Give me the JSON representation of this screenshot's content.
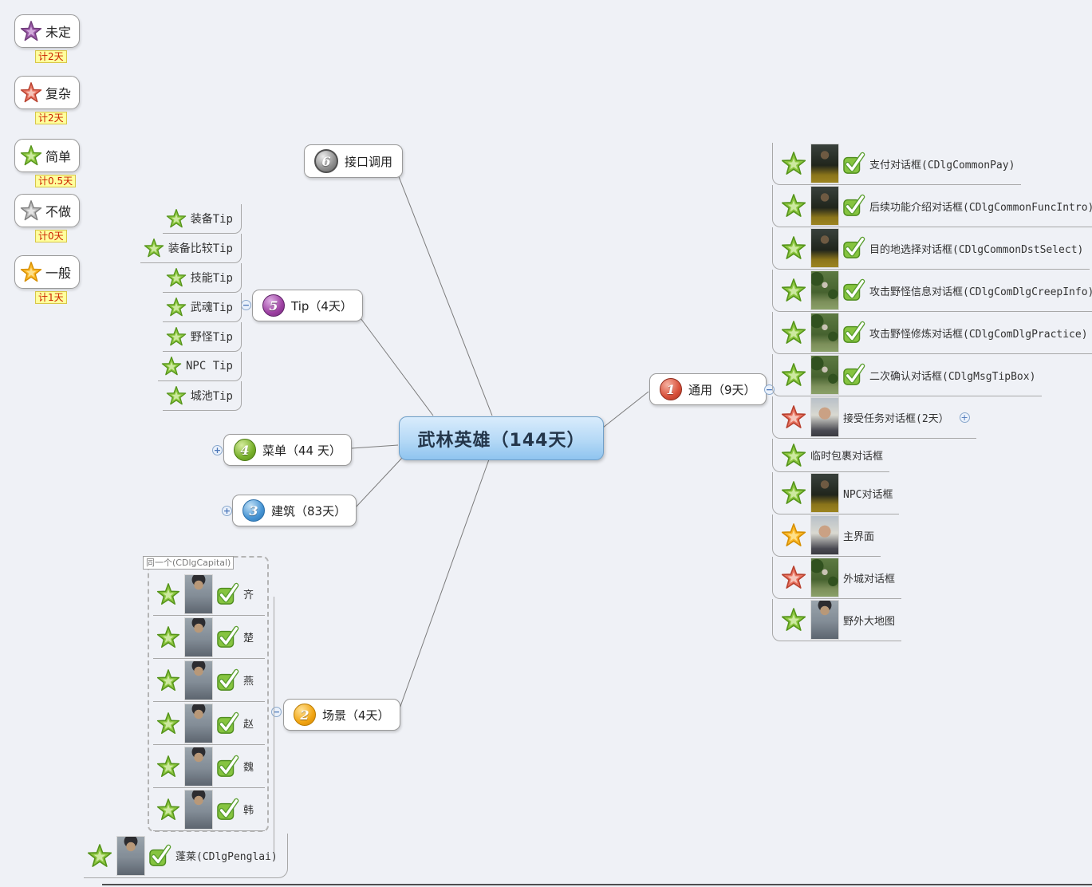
{
  "colors": {
    "canvas_bg": "#eff1f6",
    "root_fill": "#9fcdf1",
    "root_border": "#6f9fc8",
    "legend_tag_bg": "#ffff9c",
    "legend_tag_text": "#cc2200"
  },
  "legend": {
    "items": [
      {
        "label": "未定",
        "days": "计2天",
        "star": "purple"
      },
      {
        "label": "复杂",
        "days": "计2天",
        "star": "red"
      },
      {
        "label": "简单",
        "days": "计0.5天",
        "star": "green"
      },
      {
        "label": "不做",
        "days": "计0天",
        "star": "gray"
      },
      {
        "label": "一般",
        "days": "计1天",
        "star": "yellow"
      }
    ]
  },
  "root": {
    "label": "武林英雄（144天）"
  },
  "branches": {
    "interface": {
      "num": "6",
      "label": "接口调用"
    },
    "tip": {
      "num": "5",
      "label": "Tip（4天）",
      "collapse": "minus",
      "items": [
        {
          "label": "装备Tip",
          "star": "green"
        },
        {
          "label": "装备比较Tip",
          "star": "green"
        },
        {
          "label": "技能Tip",
          "star": "green"
        },
        {
          "label": "武魂Tip",
          "star": "green"
        },
        {
          "label": "野怪Tip",
          "star": "green"
        },
        {
          "label": "NPC Tip",
          "star": "green"
        },
        {
          "label": "城池Tip",
          "star": "green"
        }
      ]
    },
    "menu": {
      "num": "4",
      "label": "菜单（44 天）",
      "collapse": "plus"
    },
    "building": {
      "num": "3",
      "label": "建筑（83天）",
      "collapse": "plus"
    },
    "common": {
      "num": "1",
      "label": "通用（9天）",
      "collapse": "minus",
      "items": [
        {
          "label": "支付对话框(CDlgCommonPay)",
          "star": "green",
          "photo": "dark",
          "check": true
        },
        {
          "label": "后续功能介绍对话框(CDlgCommonFuncIntro)",
          "star": "green",
          "photo": "dark",
          "check": true
        },
        {
          "label": "目的地选择对话框(CDlgCommonDstSelect)",
          "star": "green",
          "photo": "dark",
          "check": true
        },
        {
          "label": "攻击野怪信息对话框(CDlgComDlgCreepInfo)",
          "star": "green",
          "photo": "outdoor",
          "check": true
        },
        {
          "label": "攻击野怪修炼对话框(CDlgComDlgPractice)",
          "star": "green",
          "photo": "outdoor",
          "check": true
        },
        {
          "label": "二次确认对话框(CDlgMsgTipBox)",
          "star": "green",
          "photo": "outdoor",
          "check": true
        },
        {
          "label": "接受任务对话框(2天）",
          "star": "red",
          "photo": "bright",
          "check": false,
          "expand": "plus"
        },
        {
          "label": "临时包裹对话框",
          "star": "green",
          "check": false
        },
        {
          "label": "NPC对话框",
          "star": "green",
          "photo": "dark",
          "check": false
        },
        {
          "label": "主界面",
          "star": "yellow",
          "photo": "bright",
          "check": false
        },
        {
          "label": "外城对话框",
          "star": "red",
          "photo": "outdoor",
          "check": false
        },
        {
          "label": "野外大地图",
          "star": "green",
          "photo": "indoor",
          "check": false
        }
      ]
    },
    "scene": {
      "num": "2",
      "label": "场景（4天）",
      "collapse": "minus",
      "group_label": "同一个(CDlgCapital)",
      "group_items": [
        {
          "label": "齐",
          "star": "green",
          "photo": "indoor",
          "check": true
        },
        {
          "label": "楚",
          "star": "green",
          "photo": "indoor",
          "check": true
        },
        {
          "label": "燕",
          "star": "green",
          "photo": "indoor",
          "check": true
        },
        {
          "label": "赵",
          "star": "green",
          "photo": "indoor",
          "check": true
        },
        {
          "label": "魏",
          "star": "green",
          "photo": "indoor",
          "check": true
        },
        {
          "label": "韩",
          "star": "green",
          "photo": "indoor",
          "check": true
        }
      ],
      "extra_item": {
        "label": "蓬莱(CDlgPenglai)",
        "star": "green",
        "photo": "indoor",
        "check": true
      }
    }
  }
}
